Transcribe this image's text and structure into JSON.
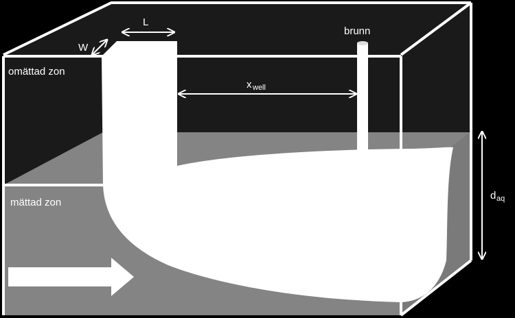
{
  "labels": {
    "unsaturated_zone": "omättad zon",
    "saturated_zone": "mättad zon",
    "well": "brunn",
    "length": "L",
    "width": "W",
    "distance_main": "x",
    "distance_sub": "well",
    "depth_main": "d",
    "depth_sub": "aq"
  },
  "colors": {
    "background": "#000000",
    "unsaturated": "#1a1a1a",
    "saturated": "#848484",
    "plume": "#ffffff",
    "lines": "#ffffff"
  }
}
